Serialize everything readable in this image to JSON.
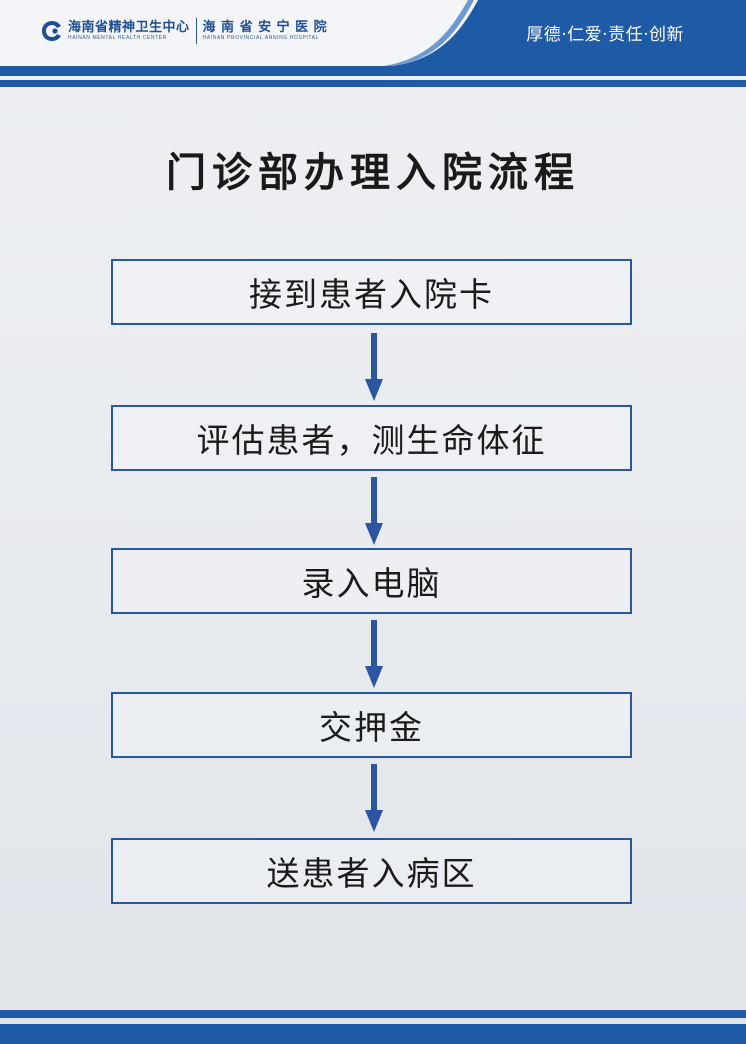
{
  "header": {
    "org1_cn": "海南省精神卫生中心",
    "org1_en": "HAINAN MENTAL HEALTH CENTER",
    "org2_cn": "海 南 省 安 宁 医 院",
    "org2_en": "HAINAN PROVINCIAL ANNING HOSPITAL",
    "motto": "厚德·仁爱·责任·创新"
  },
  "title": "门诊部办理入院流程",
  "steps": [
    {
      "label": "接到患者入院卡"
    },
    {
      "label": "评估患者，测生命体征"
    },
    {
      "label": "录入电脑"
    },
    {
      "label": "交押金"
    },
    {
      "label": "送患者入病区"
    }
  ],
  "colors": {
    "brand_blue": "#1f5aa6",
    "box_border": "#2a56a0",
    "arrow": "#2a56a0"
  }
}
